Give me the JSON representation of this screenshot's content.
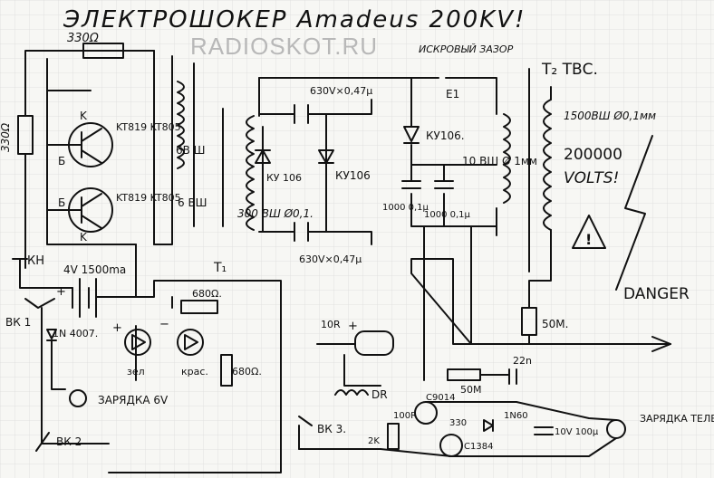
{
  "title": "ЭЛЕКТРОШОКЕР Amadeus 200KV!",
  "watermark": "RADIOSKOT.RU",
  "colors": {
    "ink": "#111111",
    "paper": "#f7f7f4",
    "grid": "#d9d9d9"
  },
  "labels": {
    "r_330_top": "330Ω",
    "r_330_left": "330Ω",
    "q_top": "KT819 KT805",
    "q_bot": "KT819 KT805",
    "pin_k1": "K",
    "pin_b1": "Б",
    "pin_b2": "Б",
    "pin_k2": "K",
    "winding_6v": "6В Ш",
    "winding_6vit": "6 ВШ",
    "t1_primary": "300 ВШ Ø0,1.",
    "t1_name": "T₁",
    "cap_top": "630V×0,47μ",
    "cap_bot": "630V×0,47μ",
    "diode_ky106_left": "КУ 106",
    "diode_ky106_mid": "КУ106",
    "diode_ky106_right": "КУ106.",
    "spark_gap": "ИСКРОВЫЙ ЗАЗОР",
    "e1": "Е1",
    "c1000_a": "1000 0,1μ",
    "c1000_b": "1000 0,1μ",
    "winding_10": "10 ВШ Ø 1мм",
    "t2": "T₂ ТВС.",
    "t2_secondary": "1500ВШ Ø0,1мм",
    "volts_num": "200000",
    "volts_word": "VOLTS!",
    "danger": "DANGER",
    "kh": "КН",
    "battery": "4V 1500ma",
    "vk1": "ВК 1",
    "vk2": "ВК 2",
    "vk3": "ВК 3.",
    "d1n4007": "1N 4007.",
    "r_680_top": "680Ω.",
    "r_680_side": "680Ω.",
    "led_green": "зел",
    "led_red": "крас.",
    "charge_6v": "ЗАРЯДКА 6V",
    "r10": "10R",
    "dr": "DR",
    "r50m_a": "50M.",
    "r50m_b": "50M",
    "c22": "22n",
    "q_c9014": "C9014",
    "q_c1384": "C1384",
    "r100": "100R",
    "r330": "330",
    "r2k": "2K",
    "diode_1n": "1N60",
    "cap_10v": "10V 100μ",
    "charge_phone": "ЗАРЯДКА ТЕЛЕФОНА",
    "plus_a": "+",
    "plus_b": "+",
    "plus_c": "+",
    "minus_a": "−"
  }
}
